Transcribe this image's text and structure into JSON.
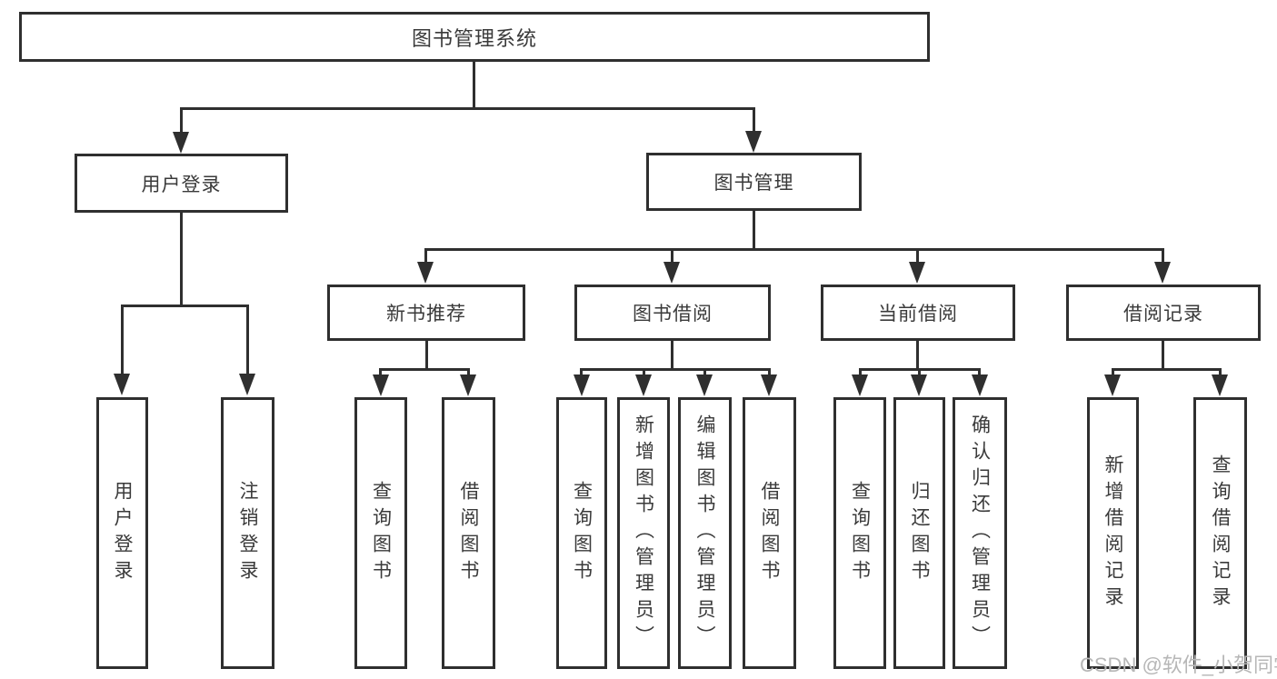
{
  "tree": {
    "root": {
      "label": "图书管理系统"
    },
    "login": {
      "label": "用户登录",
      "children": [
        {
          "label": "用户登录"
        },
        {
          "label": "注销登录"
        }
      ]
    },
    "manage": {
      "label": "图书管理",
      "children": [
        {
          "label": "新书推荐",
          "children": [
            {
              "label": "查询图书"
            },
            {
              "label": "借阅图书"
            }
          ]
        },
        {
          "label": "图书借阅",
          "children": [
            {
              "label": "查询图书"
            },
            {
              "label": "新增图书（管理员）"
            },
            {
              "label": "编辑图书（管理员）"
            },
            {
              "label": "借阅图书"
            }
          ]
        },
        {
          "label": "当前借阅",
          "children": [
            {
              "label": "查询图书"
            },
            {
              "label": "归还图书"
            },
            {
              "label": "确认归还（管理员）"
            }
          ]
        },
        {
          "label": "借阅记录",
          "children": [
            {
              "label": "新增借阅记录"
            },
            {
              "label": "查询借阅记录"
            }
          ]
        }
      ]
    }
  },
  "watermark": {
    "text": "CSDN @软件_小贺同学"
  },
  "colors": {
    "line": "#2f2f2f",
    "text": "#3a3a3a",
    "watermark": "#b7b7b7",
    "background": "#ffffff"
  }
}
